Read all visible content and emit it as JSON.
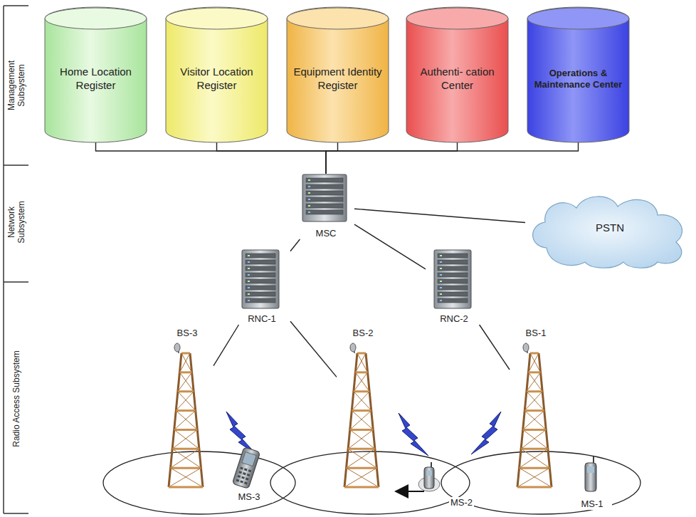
{
  "diagram": {
    "nodes": [
      {
        "text": [
          "Home Location Register"
        ]
      },
      {
        "text": [
          "Visitor Location Register"
        ]
      },
      {
        "text": [
          "Equipment Identity Register"
        ]
      },
      {
        "text": [
          "Authenti- cation Center"
        ]
      },
      {
        "text": [
          "Operations & Maintenance Center"
        ]
      },
      {
        "text": [
          "MSC"
        ]
      },
      {
        "text": [
          "PSTN"
        ]
      },
      {
        "text": [
          "RNC-1"
        ]
      },
      {
        "text": [
          "RNC-2"
        ]
      },
      {
        "text": [
          "BS-3"
        ]
      },
      {
        "text": [
          "BS-2"
        ]
      },
      {
        "text": [
          "BS-1"
        ]
      },
      {
        "text": [
          "MS-3"
        ]
      },
      {
        "text": [
          "MS-2"
        ]
      },
      {
        "text": [
          "MS-1"
        ]
      }
    ],
    "edges": [
      {
        "from": 0,
        "to": 5,
        "arrow": "none"
      },
      {
        "from": 1,
        "to": 5,
        "arrow": "none"
      },
      {
        "from": 2,
        "to": 5,
        "arrow": "none"
      },
      {
        "from": 3,
        "to": 5,
        "arrow": "none"
      },
      {
        "from": 4,
        "to": 5,
        "arrow": "none"
      },
      {
        "from": 5,
        "to": 6,
        "arrow": "none"
      },
      {
        "from": 5,
        "to": 7,
        "arrow": "none"
      },
      {
        "from": 5,
        "to": 8,
        "arrow": "none"
      },
      {
        "from": 7,
        "to": 9,
        "arrow": "none"
      },
      {
        "from": 7,
        "to": 10,
        "arrow": "none"
      },
      {
        "from": 8,
        "to": 11,
        "arrow": "none"
      }
    ],
    "labels": [
      "Management Subsystem",
      "Network Subsystem",
      "Radio Access Subsystem"
    ]
  }
}
